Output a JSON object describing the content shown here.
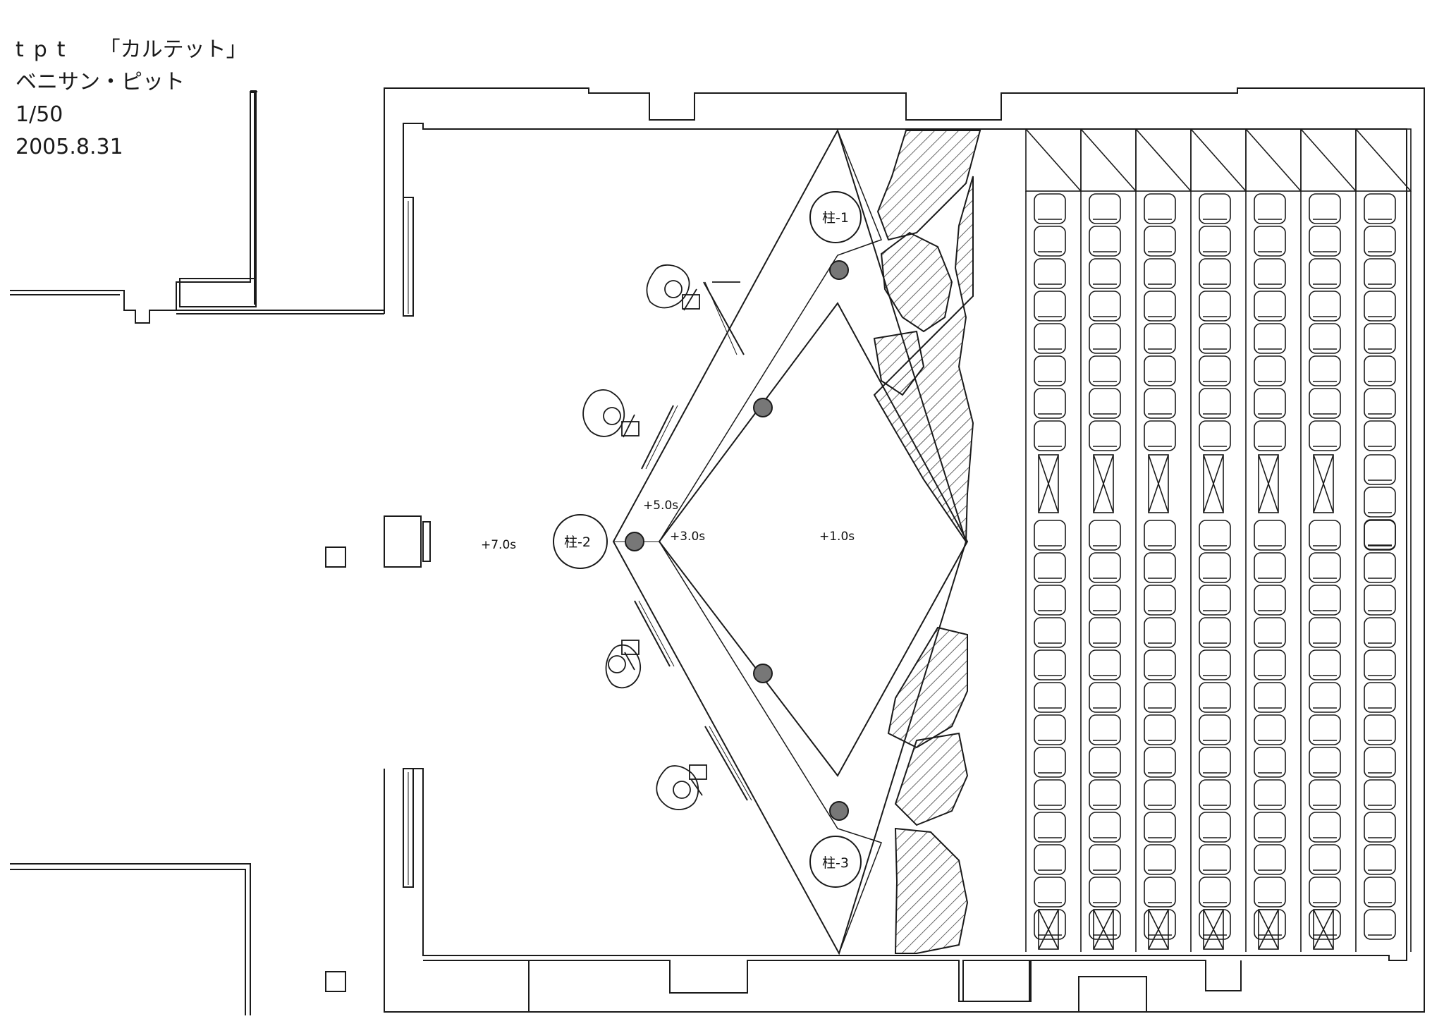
{
  "title_block": {
    "company": "tpt",
    "production": "「カルテット」",
    "venue": "ベニサン・ピット",
    "scale": "1/50",
    "date": "2005.8.31"
  },
  "stage_levels": {
    "outer_floor": "+7.0s",
    "platform": "+5.0s",
    "inner_step": "+3.0s",
    "center": "+1.0s"
  },
  "pillars": {
    "top": "柱-1",
    "left": "柱-2",
    "bottom": "柱-3"
  },
  "seating": {
    "columns": 7,
    "upper_block_rows": 8,
    "lower_block_rows": 13
  }
}
